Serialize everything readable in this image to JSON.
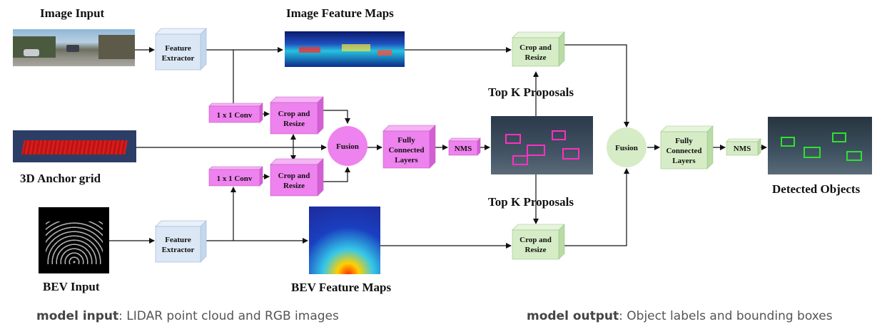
{
  "titles": {
    "image_input": "Image Input",
    "image_feature_maps": "Image Feature Maps",
    "anchor_grid": "3D Anchor grid",
    "bev_input": "BEV Input",
    "bev_feature_maps": "BEV Feature Maps",
    "top_k_upper": "Top K Proposals",
    "top_k_lower": "Top K Proposals",
    "detected_objects": "Detected Objects"
  },
  "boxes": {
    "fe_top": [
      "Feature",
      "Extractor"
    ],
    "fe_bottom": [
      "Feature",
      "Extractor"
    ],
    "conv_top": [
      "1 x 1 Conv"
    ],
    "conv_bottom": [
      "1 x 1 Conv"
    ],
    "crop_pink_top": [
      "Crop and",
      "Resize"
    ],
    "crop_pink_bottom": [
      "Crop and",
      "Resize"
    ],
    "fusion_pink": [
      "Fusion"
    ],
    "fc_pink": [
      "Fully",
      "Connected",
      "Layers"
    ],
    "nms_pink": [
      "NMS"
    ],
    "crop_green_top": [
      "Crop and",
      "Resize"
    ],
    "crop_green_bottom": [
      "Crop and",
      "Resize"
    ],
    "fusion_green": [
      "Fusion"
    ],
    "fc_green": [
      "Fully",
      "Connected",
      "Layers"
    ],
    "nms_green": [
      "NMS"
    ]
  },
  "captions": {
    "input_bold": "model input",
    "input_text": ": LIDAR point cloud and RGB images",
    "output_bold": "model output",
    "output_text": ": Object labels and bounding boxes"
  },
  "colors": {
    "blue_box": "#dbe7f5",
    "pink_box": "#ee82ee",
    "green_box": "#d6ecc6"
  }
}
